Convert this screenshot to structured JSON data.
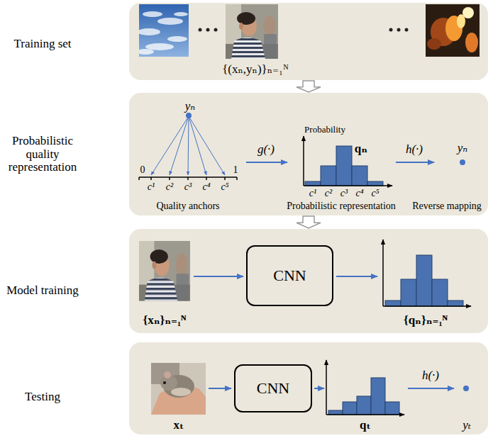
{
  "diagram": {
    "nodes": [
      {
        "text": [
          "Training set",
          "{(xₙ,yₙ)}ₙ₌₁ᴺ"
        ]
      },
      {
        "text": [
          "Probabilistic quality representation",
          "yₙ",
          "0",
          "1",
          "c¹",
          "c²",
          "c³",
          "c⁴",
          "c⁵",
          "Quality anchors",
          "g(·)",
          "Probability",
          "qₙ",
          "c¹",
          "c²",
          "c³",
          "c⁴",
          "c⁵",
          "Probabilistic representation",
          "h(·)",
          "yₙ",
          "Reverse mapping"
        ]
      },
      {
        "text": [
          "Model training",
          "{xₙ}ₙ₌₁ᴺ",
          "{qₙ}ₙ₌₁ᴺ"
        ]
      },
      {
        "text": [
          "CNN"
        ],
        "in": 2
      },
      {
        "text": [
          "Testing",
          "xₜ",
          "qₜ",
          "h(·)",
          "yₜ"
        ]
      },
      {
        "text": [
          "CNN"
        ],
        "in": 4
      }
    ],
    "edges": [
      {
        "from": 0,
        "to": 1,
        "arrow": "to"
      },
      {
        "from": 1,
        "to": 2,
        "arrow": "to"
      }
    ]
  }
}
